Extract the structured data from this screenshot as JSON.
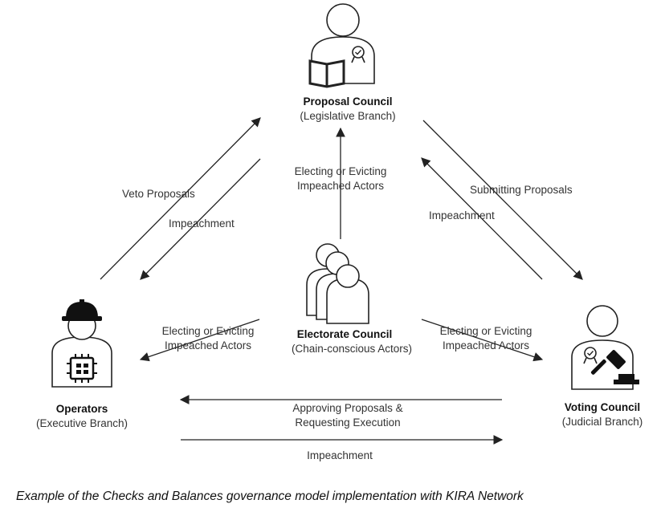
{
  "nodes": {
    "proposal": {
      "title": "Proposal Council",
      "subtitle": "(Legislative Branch)"
    },
    "electorate": {
      "title": "Electorate Council",
      "subtitle": "(Chain-conscious Actors)"
    },
    "operators": {
      "title": "Operators",
      "subtitle": "(Executive Branch)"
    },
    "voting": {
      "title": "Voting Council",
      "subtitle": "(Judicial Branch)"
    }
  },
  "edges": {
    "veto": "Veto Proposals",
    "impeach_left": "Impeachment",
    "elect_top": [
      "Electing or Evicting",
      "Impeached Actors"
    ],
    "submitting": "Submitting Proposals",
    "impeach_right": "Impeachment",
    "elect_left": [
      "Electing or Evicting",
      "Impeached Actors"
    ],
    "elect_right": [
      "Electing or Evicting",
      "Impeached Actors"
    ],
    "approving": [
      "Approving Proposals &",
      "Requesting Execution"
    ],
    "impeach_bottom": "Impeachment"
  },
  "caption": "Example of the Checks and Balances governance model implementation with KIRA Network",
  "colors": {
    "line": "#222222",
    "text": "#333333"
  },
  "icons": [
    "book-icon",
    "badge-icon",
    "hard-hat-icon",
    "chip-icon",
    "gavel-icon",
    "person-icon",
    "group-icon"
  ]
}
